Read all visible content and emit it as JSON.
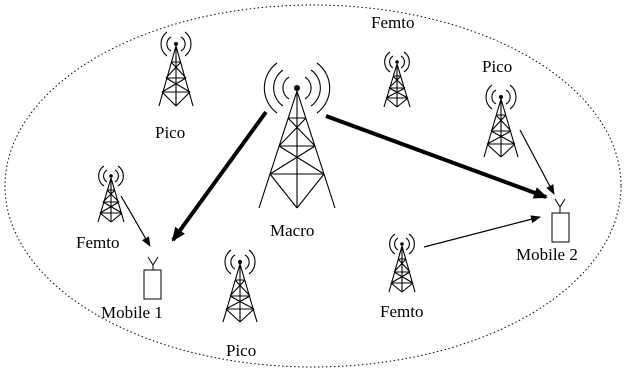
{
  "diagram": {
    "labels": {
      "macro": "Macro",
      "pico_top_left": "Pico",
      "pico_right": "Pico",
      "pico_bottom": "Pico",
      "femto_top": "Femto",
      "femto_left": "Femto",
      "femto_bottom": "Femto",
      "mobile_1": "Mobile 1",
      "mobile_2": "Mobile 2"
    },
    "icons": {
      "tower": "radio-tower-icon",
      "mobile": "mobile-phone-icon"
    },
    "colors": {
      "stroke": "#000000",
      "background": "#ffffff"
    }
  }
}
